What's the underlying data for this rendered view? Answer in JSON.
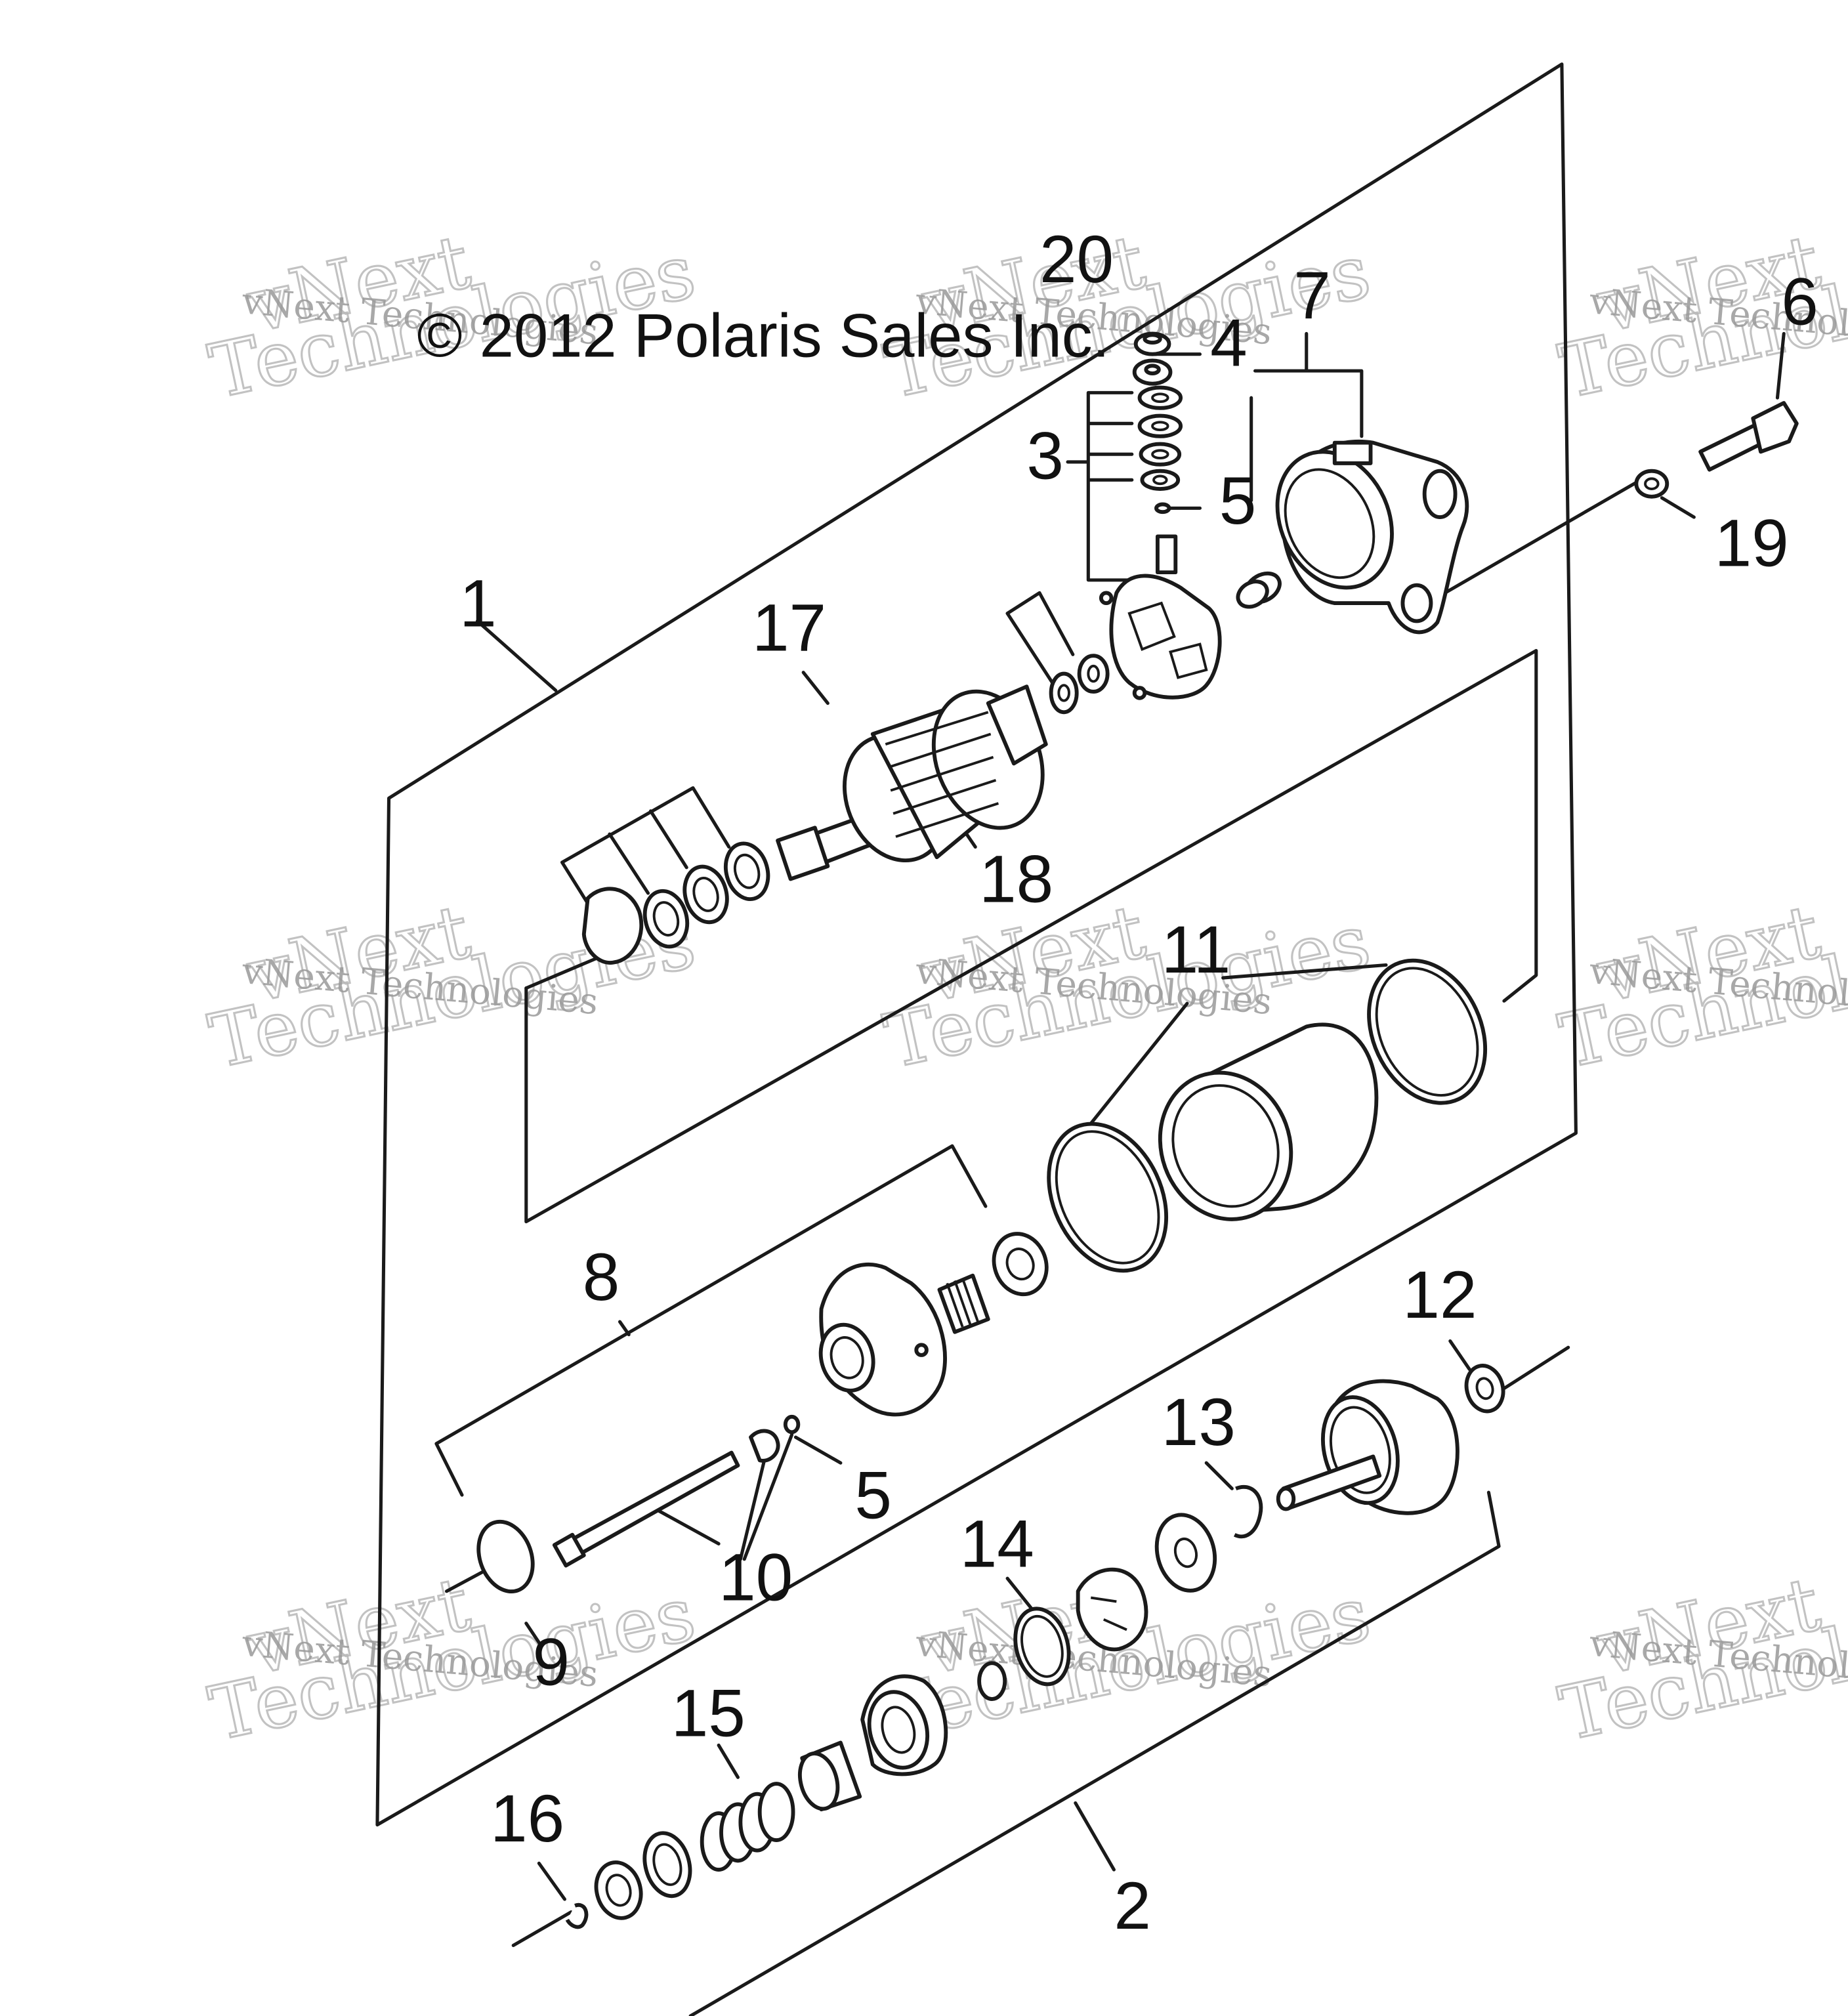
{
  "copyright": "© 2012 Polaris Sales Inc.",
  "watermark": {
    "small": "vNext Technologies",
    "large_top": "vNext",
    "large_bottom": "Technologies"
  },
  "callouts": [
    "1",
    "2",
    "3",
    "4",
    "5",
    "5",
    "6",
    "7",
    "8",
    "9",
    "10",
    "11",
    "12",
    "13",
    "14",
    "15",
    "16",
    "17",
    "18",
    "19",
    "20"
  ],
  "colors": {
    "line": "#1a1a1a",
    "background": "#ffffff",
    "watermark": "#b8b8b8"
  }
}
